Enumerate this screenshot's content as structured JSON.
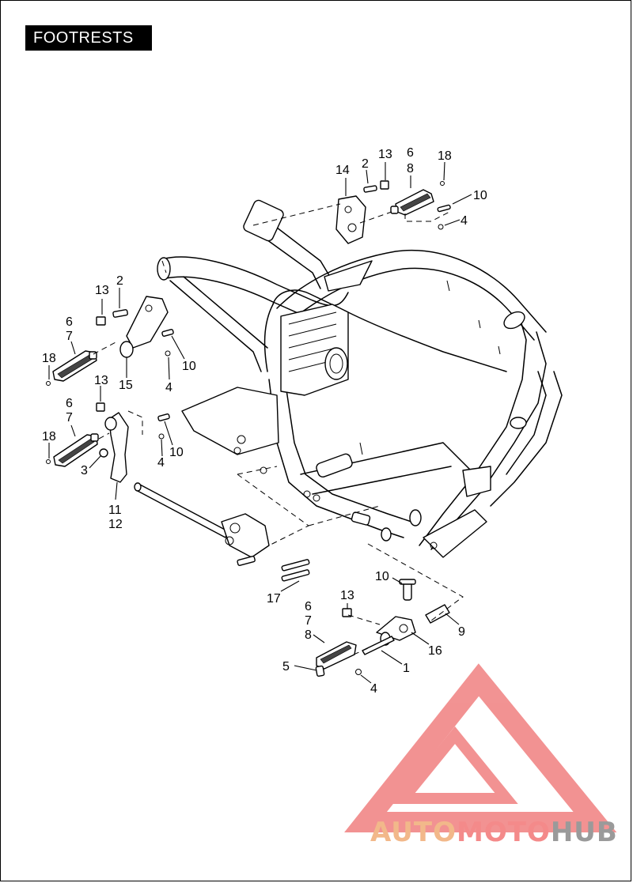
{
  "title": "FOOTRESTS",
  "callouts": {
    "top_right": {
      "c14": "14",
      "c2": "2",
      "c13": "13",
      "c6": "6",
      "c8": "8",
      "c18": "18",
      "c10": "10",
      "c4": "4"
    },
    "left_upper": {
      "c13": "13",
      "c2": "2",
      "c6": "6",
      "c7": "7",
      "c18": "18",
      "c10": "10",
      "c4": "4",
      "c15": "15"
    },
    "left_lower": {
      "c13": "13",
      "c6": "6",
      "c7": "7",
      "c18": "18",
      "c3": "3",
      "c4": "4",
      "c10": "10",
      "c11": "11",
      "c12": "12"
    },
    "center": {
      "c17": "17"
    },
    "bottom_right": {
      "c10": "10",
      "c13": "13",
      "c6": "6",
      "c7": "7",
      "c8": "8",
      "c9": "9",
      "c16": "16",
      "c5": "5",
      "c1": "1",
      "c4": "4"
    }
  },
  "watermark": {
    "part1": "AUTO",
    "part2": "MOTO",
    "part3": "HUB",
    "colors": {
      "auto": "#f2b88a",
      "moto": "#f48a8a",
      "hub": "#9a9a9a",
      "logo": "#f08080"
    }
  }
}
